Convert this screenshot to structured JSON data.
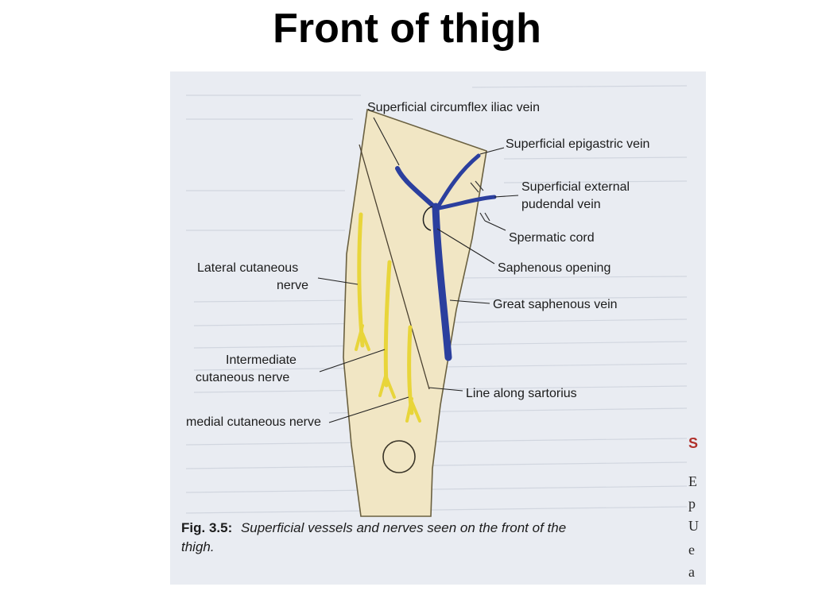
{
  "title": "Front of thigh",
  "figure": {
    "labels": {
      "circumflex_iliac": "Superficial circumflex iliac vein",
      "epigastric": "Superficial epigastric vein",
      "external_pudendal_1": "Superficial external",
      "external_pudendal_2": "pudendal vein",
      "spermatic_cord": "Spermatic cord",
      "saphenous_opening": "Saphenous opening",
      "lateral_cutaneous_1": "Lateral cutaneous",
      "lateral_cutaneous_2": "nerve",
      "great_saphenous": "Great saphenous vein",
      "intermediate_1": "Intermediate",
      "intermediate_2": "cutaneous nerve",
      "sartorius": "Line along sartorius",
      "medial_cutaneous": "medial cutaneous nerve"
    },
    "caption": {
      "prefix": "Fig. 3.5:",
      "line1": "Superficial vessels and nerves seen on the front of the",
      "line2": "thigh."
    },
    "colors": {
      "thigh_fill": "#f1e6c4",
      "vein": "#2b3f9e",
      "nerve": "#f2e04a"
    }
  },
  "edge_letters": [
    "S",
    "E",
    "p",
    "U",
    "e",
    "a"
  ]
}
